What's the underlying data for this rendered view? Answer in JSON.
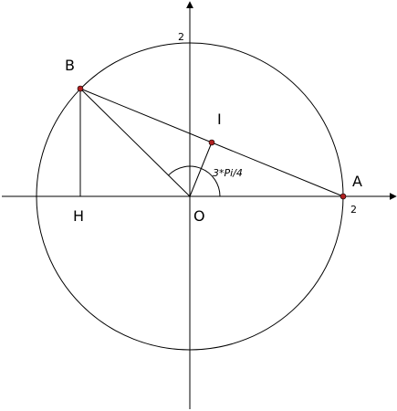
{
  "figure": {
    "points": {
      "A": "A",
      "B": "B",
      "H": "H",
      "I": "I",
      "O": "O"
    },
    "tick_y": "2",
    "tick_x": "2",
    "angle_label": "3*Pi/4"
  },
  "colors": {
    "stroke": "#000000",
    "point_fill": "#b02020"
  }
}
